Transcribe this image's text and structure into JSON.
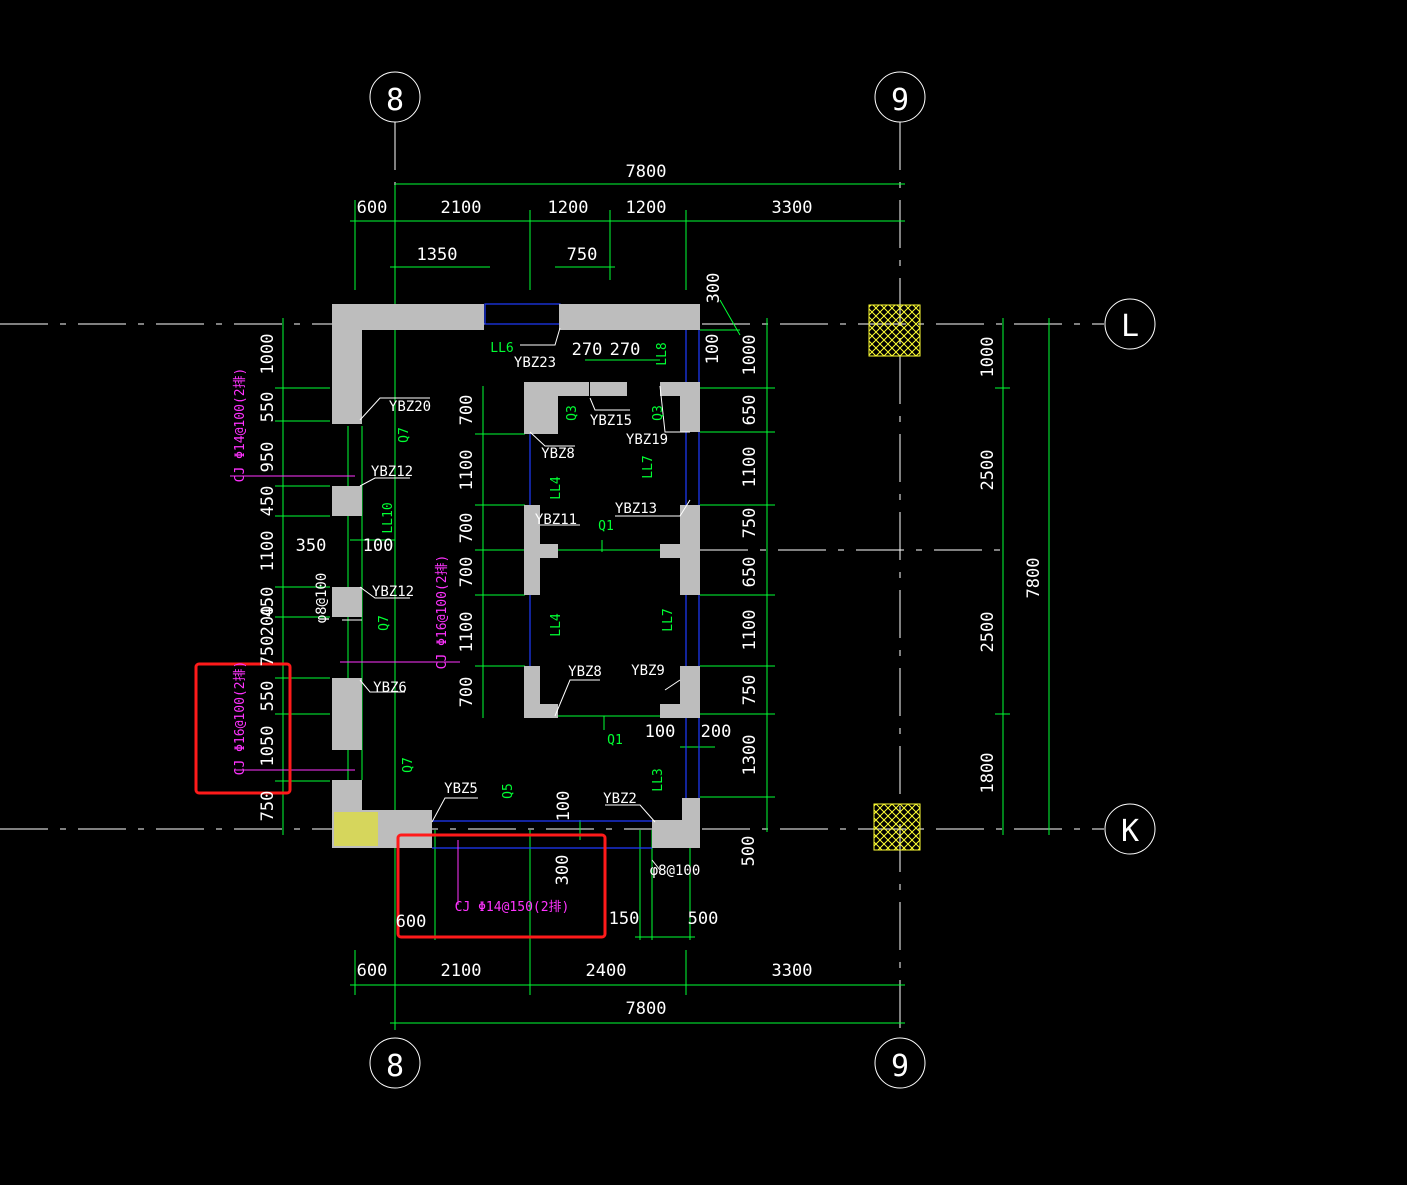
{
  "axes": {
    "col_8_top": "8",
    "col_9_top": "9",
    "col_8_bottom": "8",
    "col_9_bottom": "9",
    "row_L": "L",
    "row_K": "K"
  },
  "dims": {
    "top_total": "7800",
    "bottom_total": "7800",
    "top_row": [
      "600",
      "2100",
      "1200",
      "1200",
      "3300"
    ],
    "top_sub": [
      "1350",
      "750"
    ],
    "small_top": [
      "270",
      "270",
      "300",
      "100"
    ],
    "bottom_row": [
      "600",
      "2100",
      "2400",
      "3300"
    ],
    "bottom_sub": [
      "600",
      "300",
      "150",
      "500",
      "100",
      "500",
      "100",
      "200"
    ],
    "left_col": [
      "1000",
      "550",
      "950",
      "450",
      "1100",
      "450",
      "200",
      "750",
      "550",
      "1050",
      "750"
    ],
    "left_misc": [
      "350",
      "100"
    ],
    "mid_col": [
      "700",
      "1100",
      "700",
      "700",
      "1100",
      "700"
    ],
    "right_col": [
      "1000",
      "650",
      "1100",
      "750",
      "650",
      "1100",
      "750",
      "1300"
    ],
    "far_right": [
      "1000",
      "2500",
      "2500",
      "1800"
    ],
    "far_total": "7800"
  },
  "members": {
    "white": [
      "YBZ23",
      "YBZ20",
      "YBZ15",
      "YBZ19",
      "YBZ8",
      "YBZ12",
      "YBZ11",
      "YBZ13",
      "YBZ12",
      "YBZ6",
      "YBZ8",
      "YBZ9",
      "YBZ5",
      "YBZ2"
    ],
    "rebar_small": [
      "φ8@100",
      "φ8@100"
    ],
    "green": [
      "LL6",
      "LL8",
      "Q3",
      "Q3",
      "Q7",
      "LL7",
      "LL4",
      "LL10",
      "Q1",
      "Q7",
      "LL4",
      "LL7",
      "Q1",
      "Q7",
      "Q5",
      "LL3"
    ]
  },
  "notes": {
    "left_top": "CJ Φ14@100(2排)",
    "left_bottom": "CJ Φ16@100(2排)",
    "center": "CJ Φ16@100(2排)",
    "bottom": "CJ Φ14@150(2排)"
  },
  "colors": {
    "background": "#000000",
    "dimension": "#00ff33",
    "wall": "#bdbdbd",
    "note": "#ff33ff",
    "highlight": "#ff1a1a",
    "column_hatch": "#ffff33",
    "grid_blue": "#1f3bff"
  }
}
